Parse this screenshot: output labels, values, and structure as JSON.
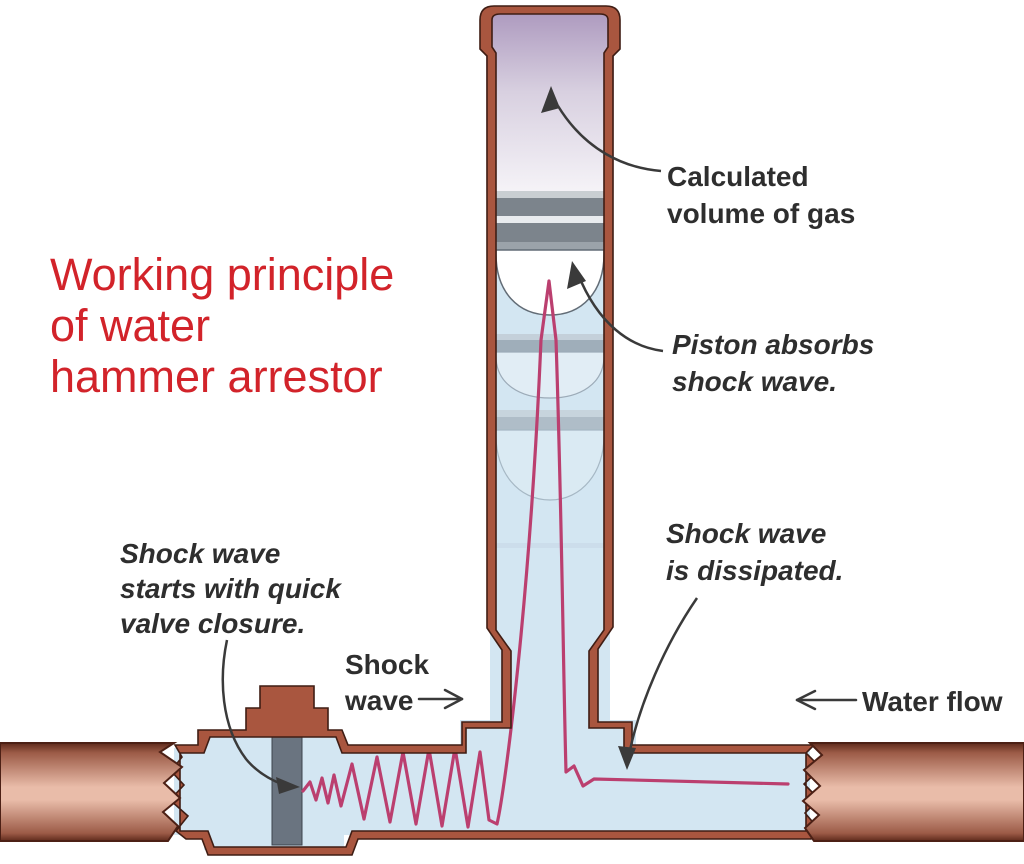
{
  "title": {
    "lines": [
      "Working principle",
      "of water",
      "hammer arrestor"
    ],
    "color": "#d2232a"
  },
  "annotations": {
    "gas": {
      "line1": "Calculated",
      "line2": "volume of gas"
    },
    "piston": {
      "line1": "Piston absorbs",
      "line2": "shock wave."
    },
    "valve": {
      "line1": "Shock wave",
      "line2": "starts with quick",
      "line3": "valve closure."
    },
    "shock": {
      "line1": "Shock",
      "line2": "wave"
    },
    "dissipated": {
      "line1": "Shock wave",
      "line2": "is dissipated."
    },
    "water_flow": {
      "label": "Water flow"
    }
  },
  "colors": {
    "title_red": "#d2232a",
    "label_text": "#2e2e2e",
    "copper_wall": "#a9563f",
    "copper_dark_edge": "#3f1d14",
    "pipe_fill_light": "#e9bca9",
    "water_blue": "#d3e6f2",
    "gas_purple": "#ab97bd",
    "piston_gray": "#7c848c",
    "shock_wave_pink": "#bb3f6f"
  }
}
